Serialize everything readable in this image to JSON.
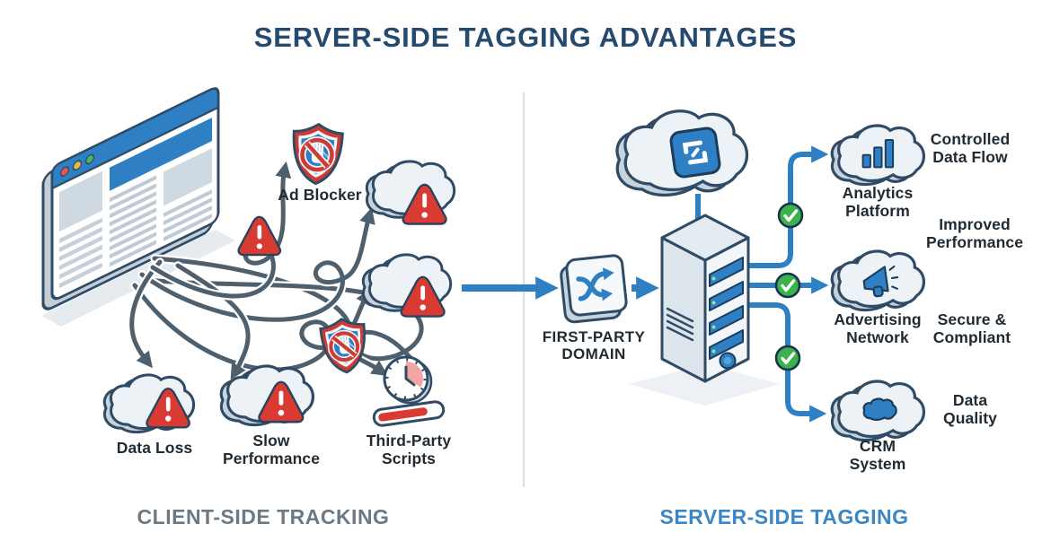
{
  "title": "SERVER-SIDE TAGGING ADVANTAGES",
  "colors": {
    "accent_blue": "#2e7fc3",
    "outline_navy": "#2f4b66",
    "title_navy": "#254a6e",
    "warning_red": "#d93a32",
    "success_green": "#3cb14c",
    "wire_gray": "#4e5f6e",
    "cloud_fill": "#edf2f7",
    "cloud_shade": "#c6d2dc",
    "client_section_gray": "#6c7882",
    "server_section_blue": "#3b86c4",
    "divider_gray": "#d9dee2",
    "label_text": "#212b33"
  },
  "client_side": {
    "section_label": "CLIENT-SIDE TRACKING",
    "browser_icon": "browser-window-icon",
    "problems": [
      {
        "label": "Ad Blocker",
        "icon": "blocked-shield-icon"
      },
      {
        "label": "Data Loss",
        "icon": "cloud-warning-icon"
      },
      {
        "label": "Slow Performance",
        "icon": "cloud-warning-icon"
      },
      {
        "label": "Third-Party Scripts",
        "icon": "timer-progress-icon"
      }
    ],
    "extra_icons": [
      "cloud-warning-icon",
      "cloud-warning-icon",
      "warning-triangle-icon",
      "blocked-shield-icon",
      "tangled-wires"
    ]
  },
  "flow": {
    "domain_label": "FIRST-PARTY DOMAIN",
    "domain_icon": "routing-switch-icon",
    "tag_cloud_icon": "tag-manager-cloud-icon",
    "server_icon": "server-tower-icon",
    "check_icon": "green-check-icon",
    "check_count": 3
  },
  "server_side": {
    "section_label": "SERVER-SIDE TAGGING",
    "destinations": [
      {
        "label": "Analytics Platform",
        "icon": "cloud-bar-chart-icon"
      },
      {
        "label": "Advertising Network",
        "icon": "cloud-megaphone-icon"
      },
      {
        "label": "CRM System",
        "icon": "cloud-crm-icon"
      }
    ],
    "benefits": [
      {
        "label": "Controlled Data Flow"
      },
      {
        "label": "Improved Performance"
      },
      {
        "label": "Secure & Compliant"
      },
      {
        "label": "Data Quality"
      }
    ]
  }
}
